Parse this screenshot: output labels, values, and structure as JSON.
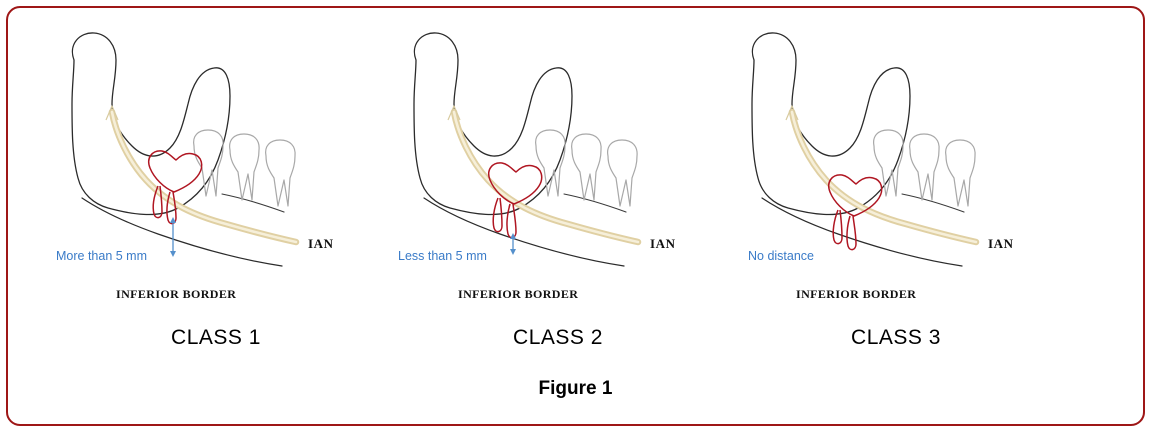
{
  "figure": {
    "caption": "Figure 1",
    "border_color": "#9e1616",
    "background": "#ffffff"
  },
  "legend_colors": {
    "nerve_canal": "#e9dcb6",
    "impacted_tooth": "#b01622",
    "measurement": "#3a7bc8",
    "bone_outline": "#2b2b2b",
    "molars": "#a8a8a8"
  },
  "panels": [
    {
      "id": "class-1",
      "class_label": "CLASS 1",
      "distance_label": "More than 5 mm",
      "ian_label": "IAN",
      "inferior_border_label": "INFERIOR BORDER",
      "has_measurement_arrow": true,
      "measurement_description": "More than 5 mm"
    },
    {
      "id": "class-2",
      "class_label": "CLASS 2",
      "distance_label": "Less than 5 mm",
      "ian_label": "IAN",
      "inferior_border_label": "INFERIOR BORDER",
      "has_measurement_arrow": true,
      "measurement_description": "Less than 5 mm"
    },
    {
      "id": "class-3",
      "class_label": "CLASS 3",
      "distance_label": "No distance",
      "ian_label": "IAN",
      "inferior_border_label": "INFERIOR BORDER",
      "has_measurement_arrow": false,
      "measurement_description": "No distance"
    }
  ]
}
